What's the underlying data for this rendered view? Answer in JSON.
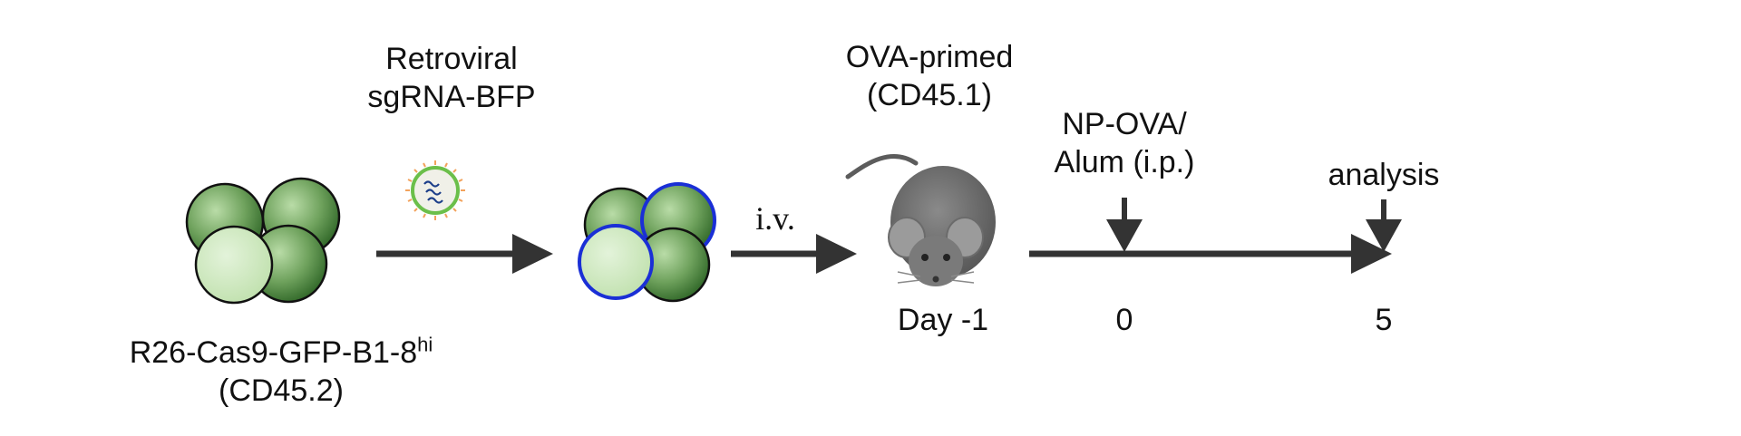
{
  "step1": {
    "cell_label_main": "R26-Cas9-GFP-B1-8",
    "cell_label_sup": "hi",
    "cell_label_line2": "(CD45.2)"
  },
  "step2": {
    "virus_line1": "Retroviral",
    "virus_line2": "sgRNA-BFP"
  },
  "step3": {
    "route": "i.v."
  },
  "step4": {
    "mouse_line1": "OVA-primed",
    "mouse_line2": "(CD45.1)",
    "mouse_day": "Day -1"
  },
  "timeline": {
    "immunization_line1": "NP-OVA/",
    "immunization_line2": "Alum (i.p.)",
    "immunization_day": "0",
    "analysis_label": "analysis",
    "analysis_day": "5"
  },
  "colors": {
    "cell_green_light": "#cfe8c0",
    "cell_green_dark": "#3f7a35",
    "bfp_outline": "#1a2fd6",
    "arrow": "#333333",
    "mouse": "#6b6b6b"
  },
  "icons": [
    "retrovirus-icon",
    "mouse-icon"
  ]
}
